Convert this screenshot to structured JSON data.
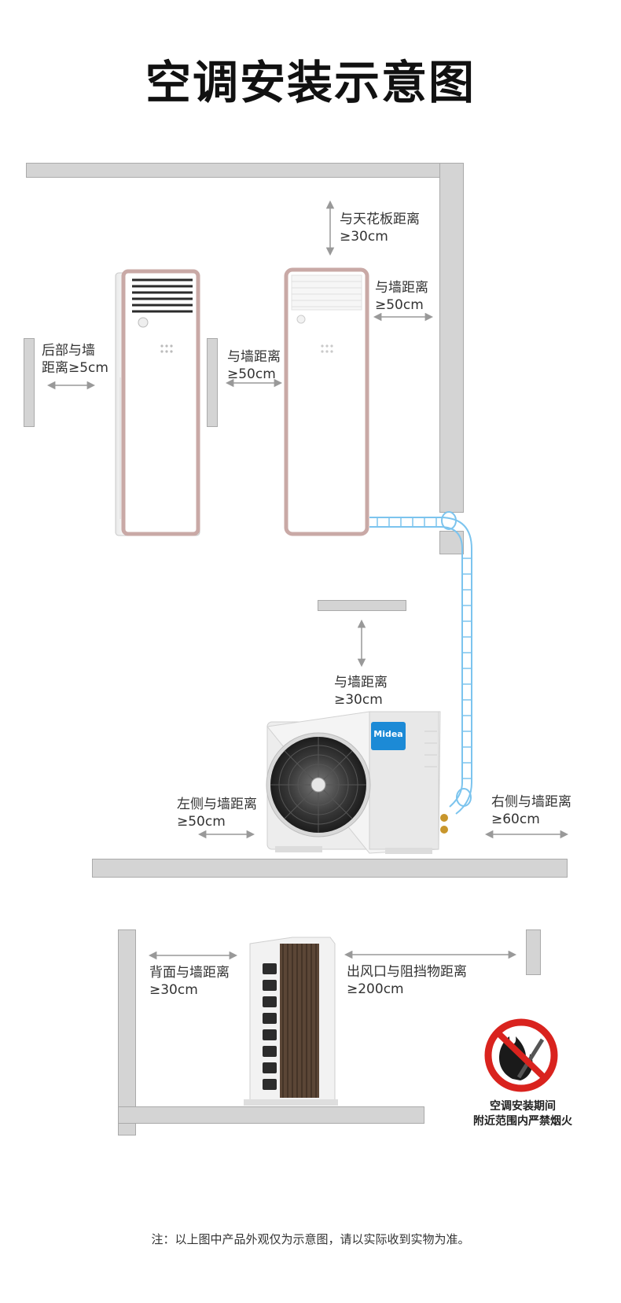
{
  "title": "空调安装示意图",
  "labels": {
    "ceiling": [
      "与天花板距离",
      "≥30cm"
    ],
    "wall_right_indoor": [
      "与墙距离",
      "≥50cm"
    ],
    "back_wall": [
      "后部与墙",
      "距离≥5cm"
    ],
    "between_units": [
      "与墙距离",
      "≥50cm"
    ],
    "outdoor_top": [
      "与墙距离",
      "≥30cm"
    ],
    "outdoor_left": [
      "左侧与墙距离",
      "≥50cm"
    ],
    "outdoor_right": [
      "右侧与墙距离",
      "≥60cm"
    ],
    "outdoor_back": [
      "背面与墙距离",
      "≥30cm"
    ],
    "outlet": [
      "出风口与阻挡物距离",
      "≥200cm"
    ]
  },
  "warning": [
    "空调安装期间",
    "附近范围内严禁烟火"
  ],
  "brand": "Midea",
  "note": "注：以上图中产品外观仅为示意图，请以实际收到实物为准。",
  "colors": {
    "pipe": "#7cc4ee",
    "trim": "#c9a9a6",
    "prohibit": "#d9231e",
    "brand_badge": "#1c8ad6"
  },
  "icons": [
    "double-arrow-icon",
    "no-fire-icon",
    "fan-icon"
  ]
}
